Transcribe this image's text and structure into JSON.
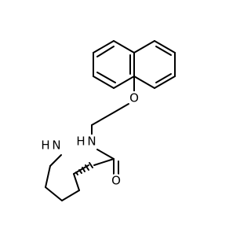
{
  "molecule": {
    "atoms": {
      "oxygen_ether": "O",
      "nitrogen_amide": "N",
      "hydrogen_amide": "H",
      "nitrogen_ring": "N",
      "hydrogen_ring": "H",
      "oxygen_carbonyl": "O"
    }
  }
}
